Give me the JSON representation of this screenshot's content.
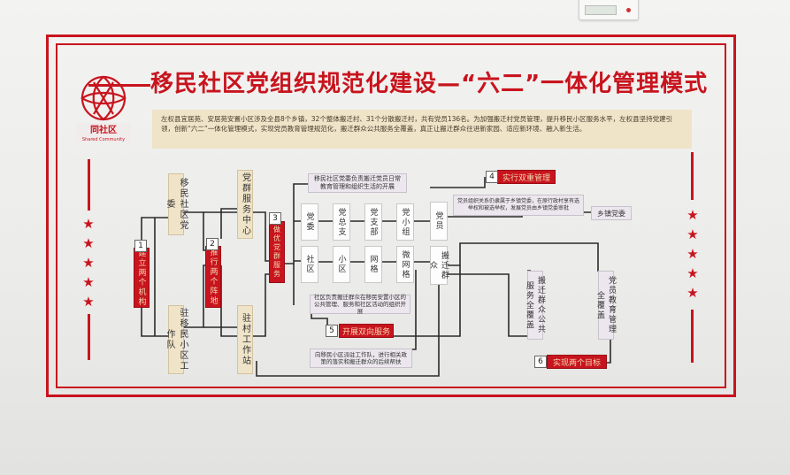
{
  "title": "移民社区党组织规范化建设—“六二”一体化管理模式",
  "intro": "左权县宜居苑、安居苑安置小区涉及全县8个乡镇，32个整体搬迁村、31个分散搬迁村，共有党员136名。为加强搬迁村党员管理，提升移民小区服务水平，左权县坚持党建引领，创新“六二”一体化管理模式，实现党员教育管理规范化，搬迁群众公共服务全覆盖，真正让搬迁群众往进新家园、适应新环境、融入新生活。",
  "logo": {
    "name": "同社区",
    "sub": "Shared Community"
  },
  "colors": {
    "accent": "#c8141e",
    "panel": "#efe3c8"
  },
  "nodes": {
    "n1_label": "建立两个机构",
    "n2_label": "推行两个阵地",
    "n3_label": "做优党群服务",
    "n4_label": "实行双重管理",
    "n5_label": "开展双向服务",
    "n6_label": "实现两个目标",
    "committee": "移民社区党委",
    "workteam": "驻移民小区工作队",
    "service_center": "党群服务中心",
    "village_station": "驻村工作站",
    "party_committee": "党委",
    "general_branch": "党总支",
    "branch": "党支部",
    "group": "党小组",
    "member": "党员",
    "community": "社区",
    "district": "小区",
    "grid": "网格",
    "micro_grid": "微网格",
    "relocated": "搬迁群众",
    "public_service": "搬迁群众公共服务全覆盖",
    "edu_management": "党员教育管理全覆盖",
    "township": "乡镇党委"
  },
  "notes": {
    "top": "移民社区党委负责搬迁党员日常教育管理和组织生活的开展",
    "right": "党员组织关系仍隶属于乡镇党委，在原行政村享有选举权和被选举权，发展党员由乡镇党委审批",
    "bottom_mid": "社区负责搬迁群众在移民安置小区的公共管理、服务和社区活动的组织开展",
    "bottom": "向移民小区派驻工作队，进行相关政策的落实和搬迁群众的后续帮扶"
  },
  "num": [
    "1",
    "2",
    "3",
    "4",
    "5",
    "6"
  ]
}
